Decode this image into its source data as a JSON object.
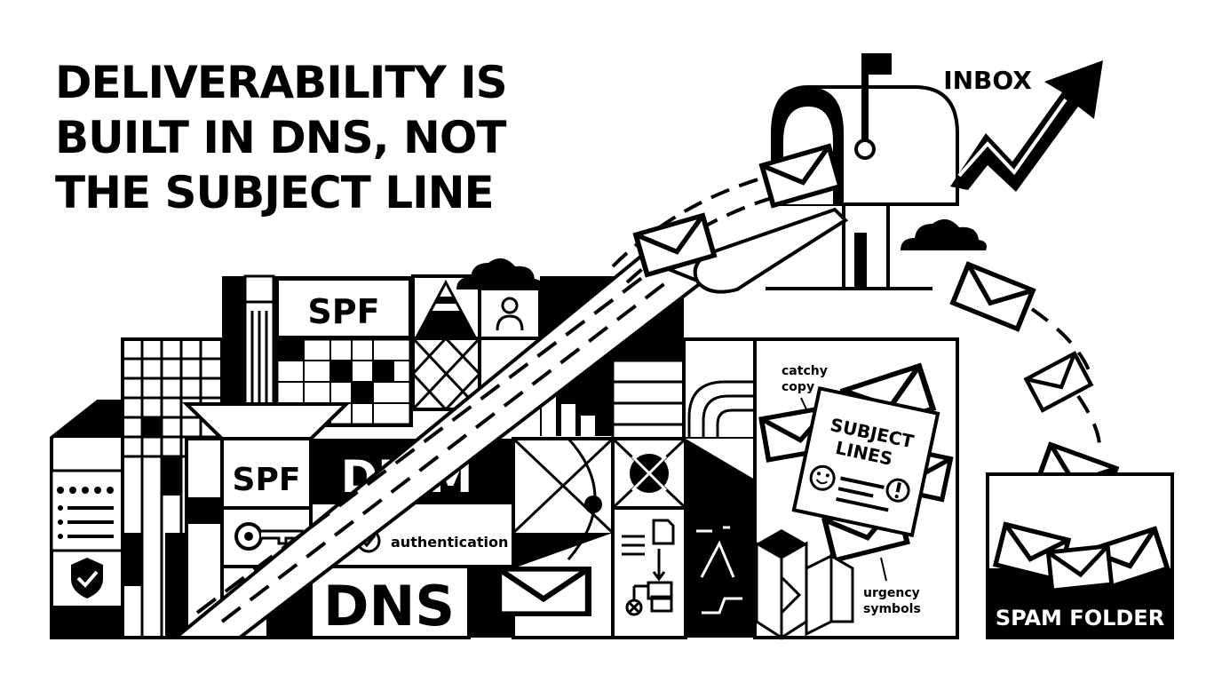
{
  "headline": {
    "lines": [
      "DELIVERABILITY IS",
      "BUILT IN DNS, NOT",
      "THE SUBJECT LINE"
    ]
  },
  "labels": {
    "inbox": "INBOX",
    "spf_top": "SPF",
    "spf_low": "SPF",
    "dkim": "DKIM",
    "dns": "DNS",
    "authentication": "authentication",
    "catchy_copy_1": "catchy",
    "catchy_copy_2": "copy",
    "subject_lines_1": "SUBJECT",
    "subject_lines_2": "LINES",
    "urgency_symbols_1": "urgency",
    "urgency_symbols_2": "symbols",
    "spam_folder": "SPAM FOLDER"
  },
  "colors": {
    "ink": "#000000",
    "paper": "#ffffff"
  },
  "icons": [
    "mailbox-icon",
    "flag-icon",
    "arrow-up-icon",
    "cloud-icon",
    "envelope-icon",
    "shield-check-icon",
    "key-icon",
    "check-circle-icon",
    "user-icon",
    "document-flow-icon",
    "smiley-icon",
    "exclamation-icon"
  ]
}
